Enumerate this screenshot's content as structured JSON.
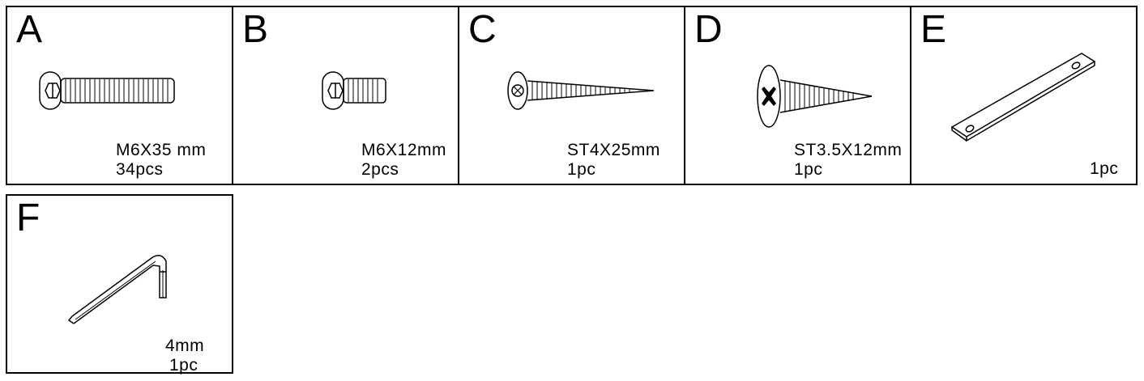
{
  "parts": [
    {
      "letter": "A",
      "size": "M6X35 mm",
      "qty": "34pcs",
      "icon": "flat-head-hex-socket-bolt-long-icon"
    },
    {
      "letter": "B",
      "size": "M6X12mm",
      "qty": "2pcs",
      "icon": "flat-head-hex-socket-bolt-short-icon"
    },
    {
      "letter": "C",
      "size": "ST4X25mm",
      "qty": "1pc",
      "icon": "round-head-wood-screw-icon"
    },
    {
      "letter": "D",
      "size": "ST3.5X12mm",
      "qty": "1pc",
      "icon": "phillips-wood-screw-icon"
    },
    {
      "letter": "E",
      "size": "",
      "qty": "1pc",
      "icon": "flat-metal-bracket-icon"
    },
    {
      "letter": "F",
      "size": "4mm",
      "qty": "1pc",
      "icon": "hex-allen-key-icon"
    }
  ]
}
